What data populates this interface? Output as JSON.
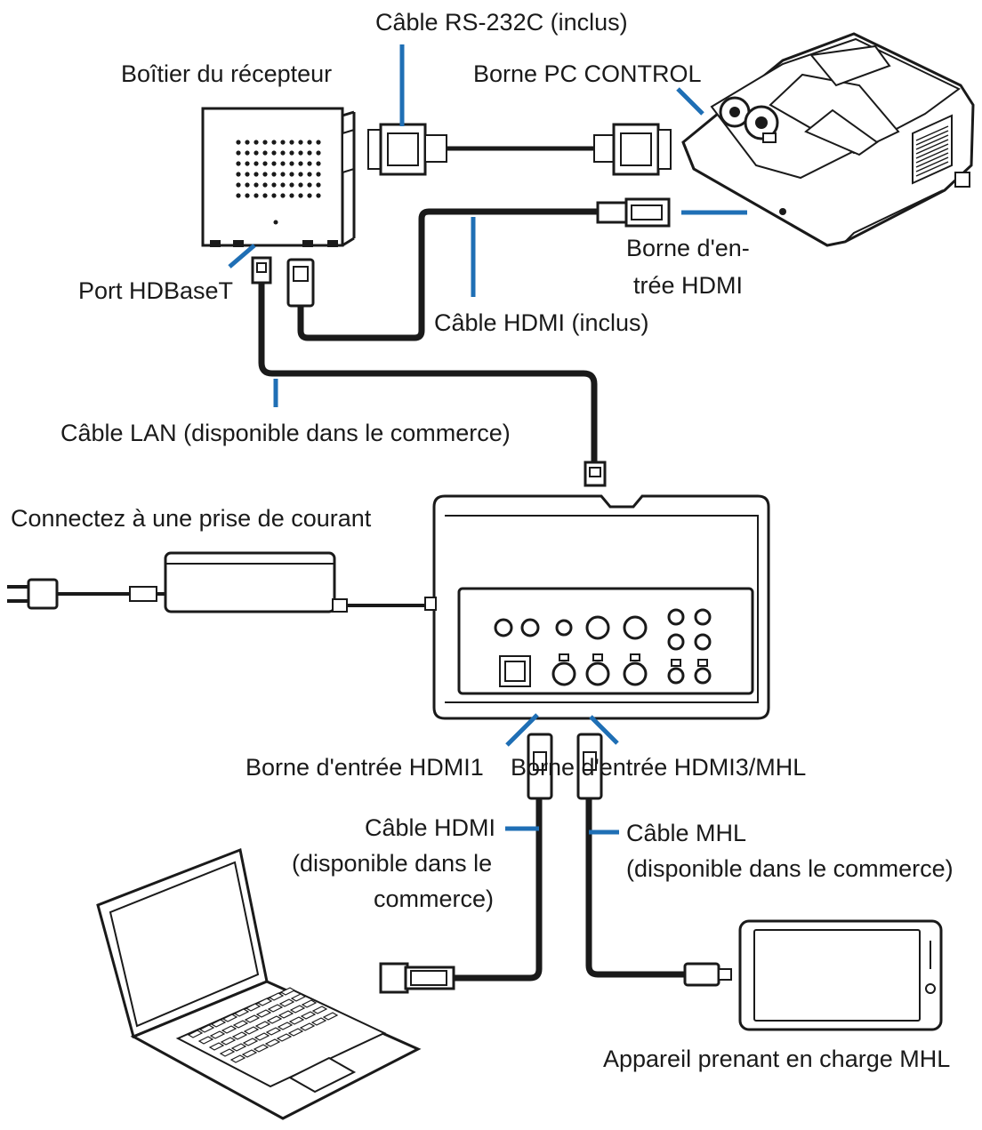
{
  "colors": {
    "leader": "#1f6fb5",
    "line": "#1a1a1a",
    "background": "#ffffff"
  },
  "devices": {
    "receiver": "Boîtier du récepteur",
    "mhl_device": "Appareil prenant en charge MHL"
  },
  "terminals": {
    "pc_control": "Borne PC CONTROL",
    "hdmi_in_line1": "Borne d'en-",
    "hdmi_in_line2": "trée HDMI",
    "hdbaset_port": "Port HDBaseT",
    "hdmi1_in": "Borne d'entrée HDMI1",
    "hdmi3_mhl_in": "Borne d'entrée HDMI3/MHL"
  },
  "cables": {
    "rs232c": "Câble RS-232C (inclus)",
    "hdmi_included": "Câble HDMI (inclus)",
    "lan": "Câble LAN (disponible dans le commerce)",
    "hdmi_line1": "Câble HDMI",
    "hdmi_line2": "(disponible dans le",
    "hdmi_line3": "commerce)",
    "mhl_line1": "Câble MHL",
    "mhl_line2": "(disponible dans le commerce)"
  },
  "power": {
    "outlet": "Connectez à une prise de courant"
  },
  "icons": [
    "projector-icon",
    "receiver-box-icon",
    "transmitter-box-icon",
    "power-adapter-icon",
    "plug-icon",
    "laptop-icon",
    "tablet-icon",
    "hdmi-connector-icon",
    "rs232c-connector-icon",
    "rj45-connector-icon",
    "micro-usb-connector-icon"
  ]
}
